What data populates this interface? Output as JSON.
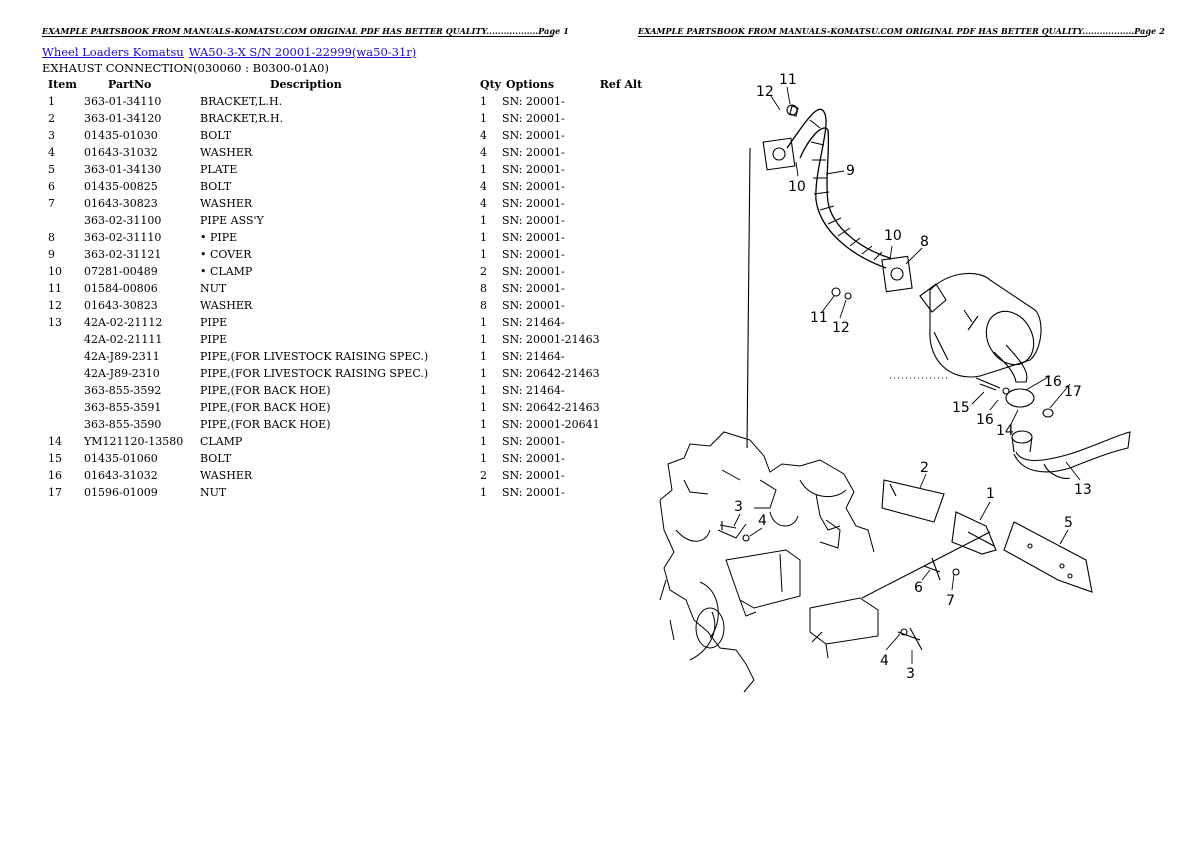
{
  "header": {
    "left": "EXAMPLE PARTSBOOK FROM MANUALS-KOMATSU.COM ORIGINAL PDF HAS BETTER QUALITY..................Page 1",
    "right": "EXAMPLE PARTSBOOK FROM MANUALS-KOMATSU.COM ORIGINAL PDF HAS BETTER QUALITY..................Page 2"
  },
  "breadcrumb": {
    "link1": "Wheel Loaders Komatsu",
    "link2": "WA50-3-X S/N 20001-22999(wa50-31r)"
  },
  "section_title": "EXHAUST CONNECTION(030060 : B0300-01A0)",
  "table": {
    "headers": [
      "Item",
      "PartNo",
      "Description",
      "Qty",
      "Options",
      "Ref Alt"
    ],
    "rows": [
      {
        "item": "1",
        "part": "363-01-34110",
        "desc": "BRACKET,L.H.",
        "qty": "1",
        "opt": "SN: 20001-",
        "ref": ""
      },
      {
        "item": "2",
        "part": "363-01-34120",
        "desc": "BRACKET,R.H.",
        "qty": "1",
        "opt": "SN: 20001-",
        "ref": ""
      },
      {
        "item": "3",
        "part": "01435-01030",
        "desc": "BOLT",
        "qty": "4",
        "opt": "SN: 20001-",
        "ref": ""
      },
      {
        "item": "4",
        "part": "01643-31032",
        "desc": "WASHER",
        "qty": "4",
        "opt": "SN: 20001-",
        "ref": ""
      },
      {
        "item": "5",
        "part": "363-01-34130",
        "desc": "PLATE",
        "qty": "1",
        "opt": "SN: 20001-",
        "ref": ""
      },
      {
        "item": "6",
        "part": "01435-00825",
        "desc": "BOLT",
        "qty": "4",
        "opt": "SN: 20001-",
        "ref": ""
      },
      {
        "item": "7",
        "part": "01643-30823",
        "desc": "WASHER",
        "qty": "4",
        "opt": "SN: 20001-",
        "ref": ""
      },
      {
        "item": "",
        "part": "363-02-31100",
        "desc": "PIPE ASS'Y",
        "qty": "1",
        "opt": "SN: 20001-",
        "ref": ""
      },
      {
        "item": "8",
        "part": "363-02-31110",
        "desc": "• PIPE",
        "qty": "1",
        "opt": "SN: 20001-",
        "ref": ""
      },
      {
        "item": "9",
        "part": "363-02-31121",
        "desc": "• COVER",
        "qty": "1",
        "opt": "SN: 20001-",
        "ref": ""
      },
      {
        "item": "10",
        "part": "07281-00489",
        "desc": "• CLAMP",
        "qty": "2",
        "opt": "SN: 20001-",
        "ref": ""
      },
      {
        "item": "11",
        "part": "01584-00806",
        "desc": "NUT",
        "qty": "8",
        "opt": "SN: 20001-",
        "ref": ""
      },
      {
        "item": "12",
        "part": "01643-30823",
        "desc": "WASHER",
        "qty": "8",
        "opt": "SN: 20001-",
        "ref": ""
      },
      {
        "item": "13",
        "part": "42A-02-21112",
        "desc": "PIPE",
        "qty": "1",
        "opt": "SN: 21464-",
        "ref": ""
      },
      {
        "item": "",
        "part": "42A-02-21111",
        "desc": "PIPE",
        "qty": "1",
        "opt": "SN: 20001-21463",
        "ref": ""
      },
      {
        "item": "",
        "part": "42A-J89-2311",
        "desc": "PIPE,(FOR LIVESTOCK RAISING SPEC.)",
        "qty": "1",
        "opt": "SN: 21464-",
        "ref": ""
      },
      {
        "item": "",
        "part": "42A-J89-2310",
        "desc": "PIPE,(FOR LIVESTOCK RAISING SPEC.)",
        "qty": "1",
        "opt": "SN: 20642-21463",
        "ref": ""
      },
      {
        "item": "",
        "part": "363-855-3592",
        "desc": "PIPE,(FOR BACK HOE)",
        "qty": "1",
        "opt": "SN: 21464-",
        "ref": ""
      },
      {
        "item": "",
        "part": "363-855-3591",
        "desc": "PIPE,(FOR BACK HOE)",
        "qty": "1",
        "opt": "SN: 20642-21463",
        "ref": ""
      },
      {
        "item": "",
        "part": "363-855-3590",
        "desc": "PIPE,(FOR BACK HOE)",
        "qty": "1",
        "opt": "SN: 20001-20641",
        "ref": ""
      },
      {
        "item": "14",
        "part": "YM121120-13580",
        "desc": "CLAMP",
        "qty": "1",
        "opt": "SN: 20001-",
        "ref": ""
      },
      {
        "item": "15",
        "part": "01435-01060",
        "desc": "BOLT",
        "qty": "1",
        "opt": "SN: 20001-",
        "ref": ""
      },
      {
        "item": "16",
        "part": "01643-31032",
        "desc": "WASHER",
        "qty": "2",
        "opt": "SN: 20001-",
        "ref": ""
      },
      {
        "item": "17",
        "part": "01596-01009",
        "desc": "NUT",
        "qty": "1",
        "opt": "SN: 20001-",
        "ref": ""
      }
    ]
  },
  "diagram": {
    "callouts": [
      "11",
      "12",
      "10",
      "9",
      "10",
      "8",
      "11",
      "12",
      "15",
      "16",
      "16",
      "17",
      "14",
      "13",
      "2",
      "1",
      "3",
      "4",
      "5",
      "6",
      "7",
      "4",
      "3"
    ]
  }
}
